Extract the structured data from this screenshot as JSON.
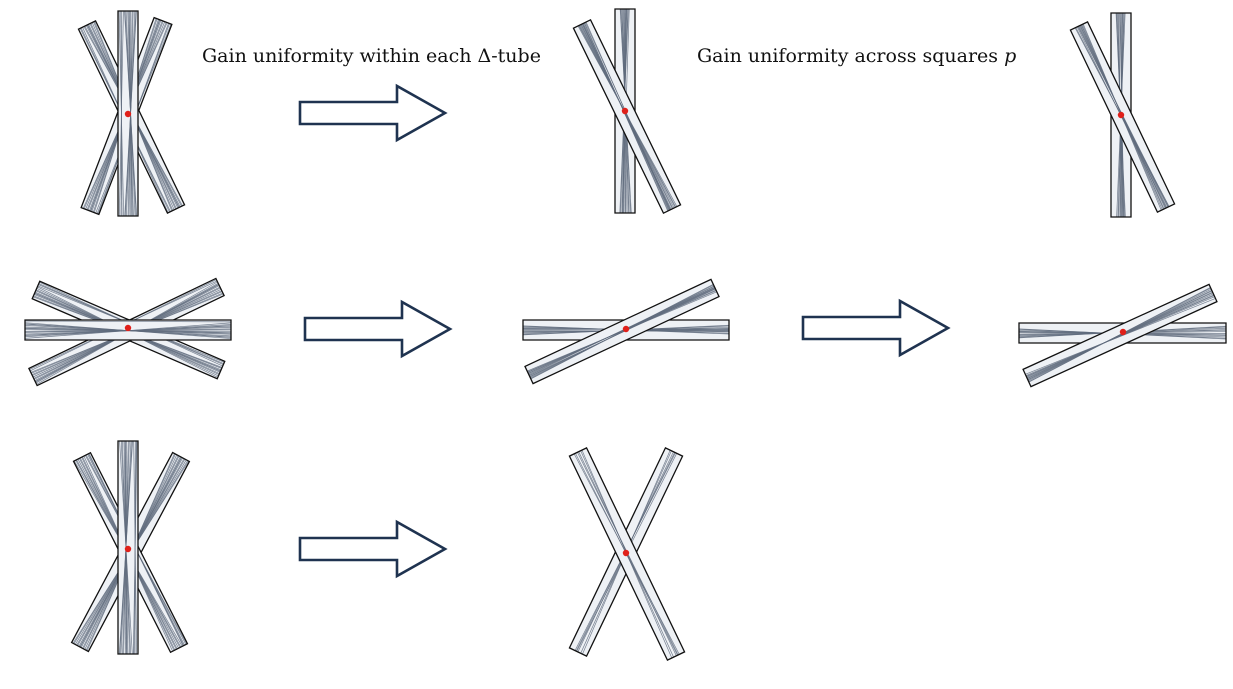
{
  "captions": {
    "step_one": "Gain uniformity within each Δ-tube",
    "step_two_prefix": "Gain uniformity across squares ",
    "step_two_math": "p"
  },
  "colors": {
    "tube_outline": "#111111",
    "tube_lines": "#5f6b7d",
    "tube_fill": "#eef1f5",
    "arrow_outline": "#1f3350",
    "center_dot": "#e0201a"
  }
}
